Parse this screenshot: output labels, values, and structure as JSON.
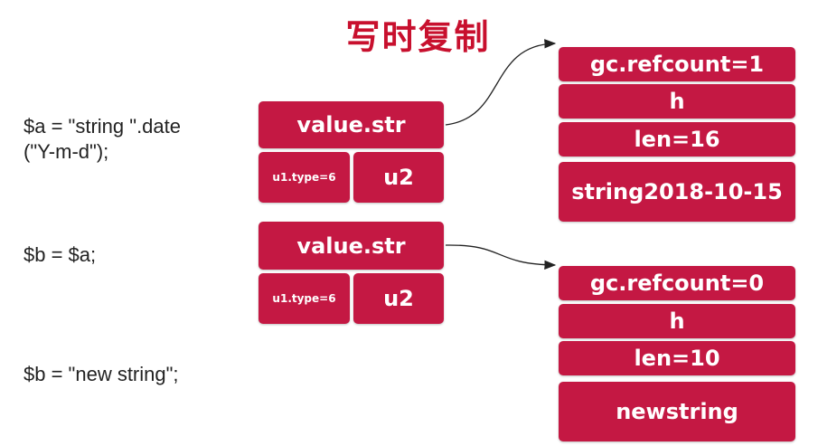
{
  "title": "写时复制",
  "code": {
    "line1a": "$a = \"string \".date",
    "line1b": "(\"Y-m-d\");",
    "line2": "$b = $a;",
    "line3": "$b = \"new string\";"
  },
  "zval_a": {
    "value": "value.str",
    "type": "u1.type=6",
    "u2": "u2"
  },
  "zval_b": {
    "value": "value.str",
    "type": "u1.type=6",
    "u2": "u2"
  },
  "string1": {
    "refcount": "gc.refcount=1",
    "h": "h",
    "len": "len=16",
    "val": "string2018-10-15"
  },
  "string2": {
    "refcount": "gc.refcount=0",
    "h": "h",
    "len": "len=10",
    "val": "newstring"
  },
  "colors": {
    "title": "#c8102e",
    "box": "#c41843",
    "text": "#222222"
  }
}
